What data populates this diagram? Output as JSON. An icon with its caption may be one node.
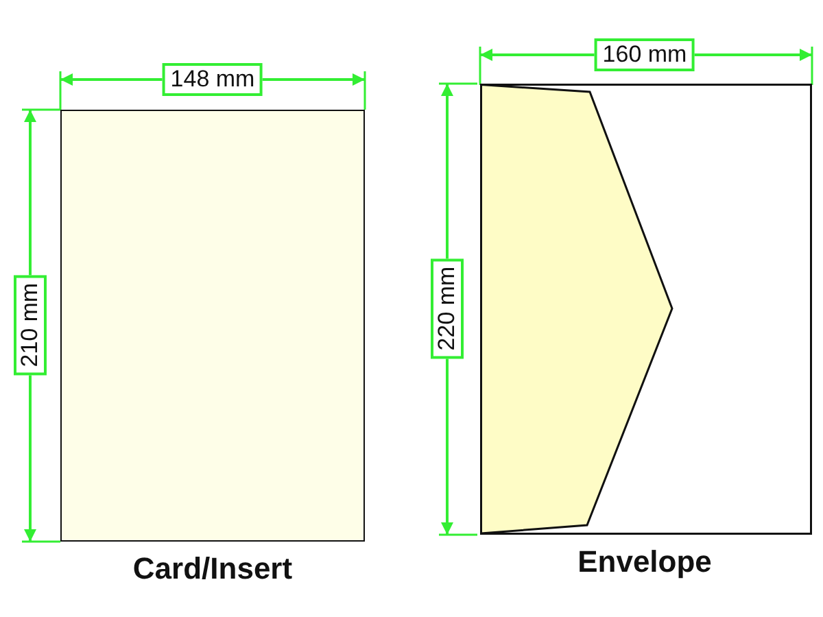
{
  "diagram": {
    "nodes": [
      {
        "text": [
          "Card/Insert"
        ]
      },
      {
        "text": [
          "Envelope"
        ]
      }
    ],
    "labels": [
      "148 mm",
      "210 mm",
      "160 mm",
      "220 mm"
    ]
  }
}
